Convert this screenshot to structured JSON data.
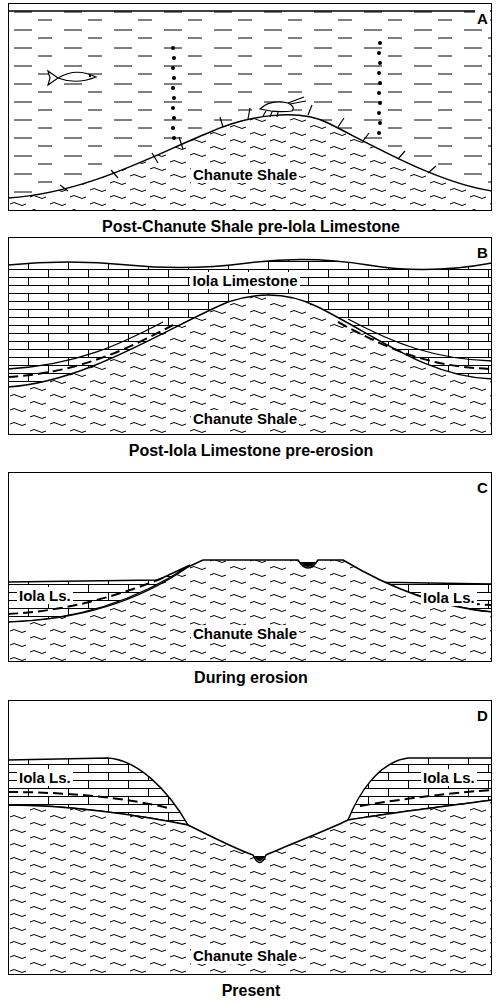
{
  "diagram": {
    "nodes": [
      {
        "text": [
          "A",
          "Chanute Shale",
          "Post-Chanute Shale pre-Iola Limestone"
        ]
      },
      {
        "text": [
          "B",
          "Iola Limestone",
          "Chanute Shale",
          "Post-Iola Limestone pre-erosion"
        ]
      },
      {
        "text": [
          "C",
          "Iola Ls.",
          "Iola Ls.",
          "Chanute Shale",
          "During erosion"
        ]
      },
      {
        "text": [
          "D",
          "Iola Ls.",
          "Iola Ls.",
          "Chanute Shale",
          "Present"
        ]
      }
    ]
  }
}
